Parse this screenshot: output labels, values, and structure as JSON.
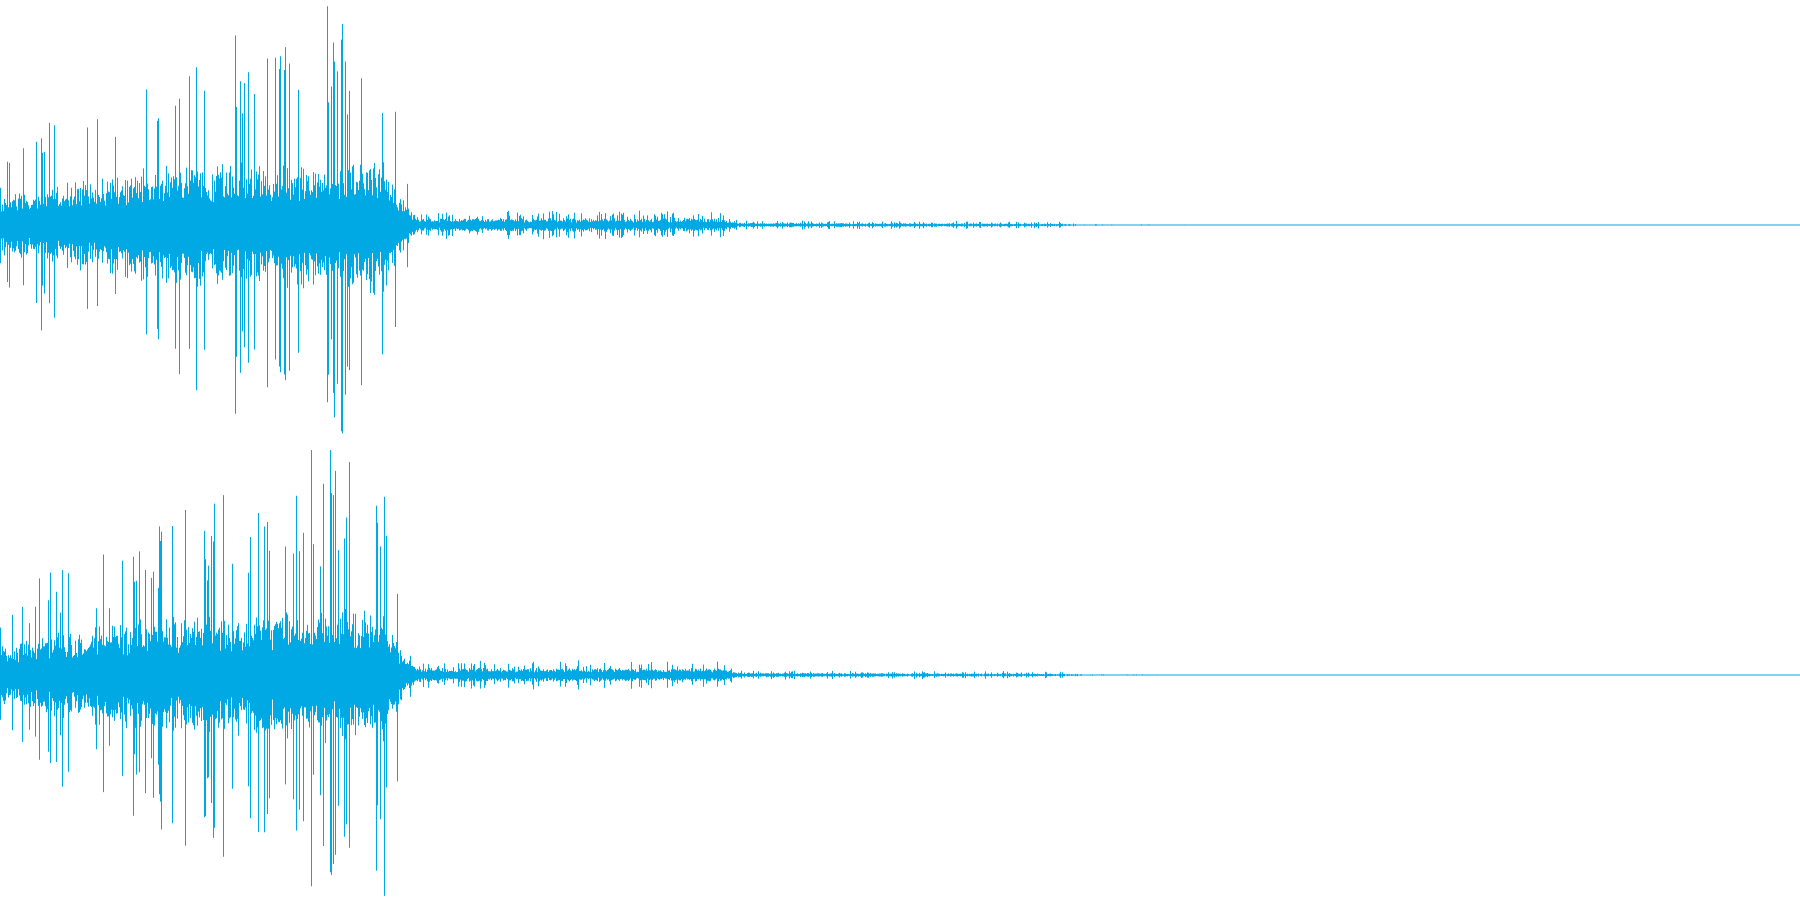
{
  "waveform": {
    "color": "#00a9e3",
    "channel_count": 2,
    "channels": [
      {
        "id": "left"
      },
      {
        "id": "right"
      }
    ],
    "envelope": [
      {
        "t": 0.0,
        "peak": 0.3,
        "body": 0.12
      },
      {
        "t": 0.03,
        "peak": 0.5,
        "body": 0.18
      },
      {
        "t": 0.07,
        "peak": 0.62,
        "body": 0.22
      },
      {
        "t": 0.1,
        "peak": 0.8,
        "body": 0.25
      },
      {
        "t": 0.15,
        "peak": 0.92,
        "body": 0.27
      },
      {
        "t": 0.19,
        "peak": 0.95,
        "body": 0.28
      },
      {
        "t": 0.215,
        "peak": 0.95,
        "body": 0.28
      },
      {
        "t": 0.222,
        "peak": 0.3,
        "body": 0.12
      },
      {
        "t": 0.232,
        "peak": 0.06,
        "body": 0.03
      },
      {
        "t": 0.4,
        "peak": 0.06,
        "body": 0.03
      },
      {
        "t": 0.41,
        "peak": 0.02,
        "body": 0.01
      },
      {
        "t": 0.59,
        "peak": 0.015,
        "body": 0.006
      },
      {
        "t": 0.6,
        "peak": 0.004,
        "body": 0.002
      },
      {
        "t": 0.68,
        "peak": 0.002,
        "body": 0.001
      },
      {
        "t": 1.0,
        "peak": 0.0,
        "body": 0.0
      }
    ]
  }
}
